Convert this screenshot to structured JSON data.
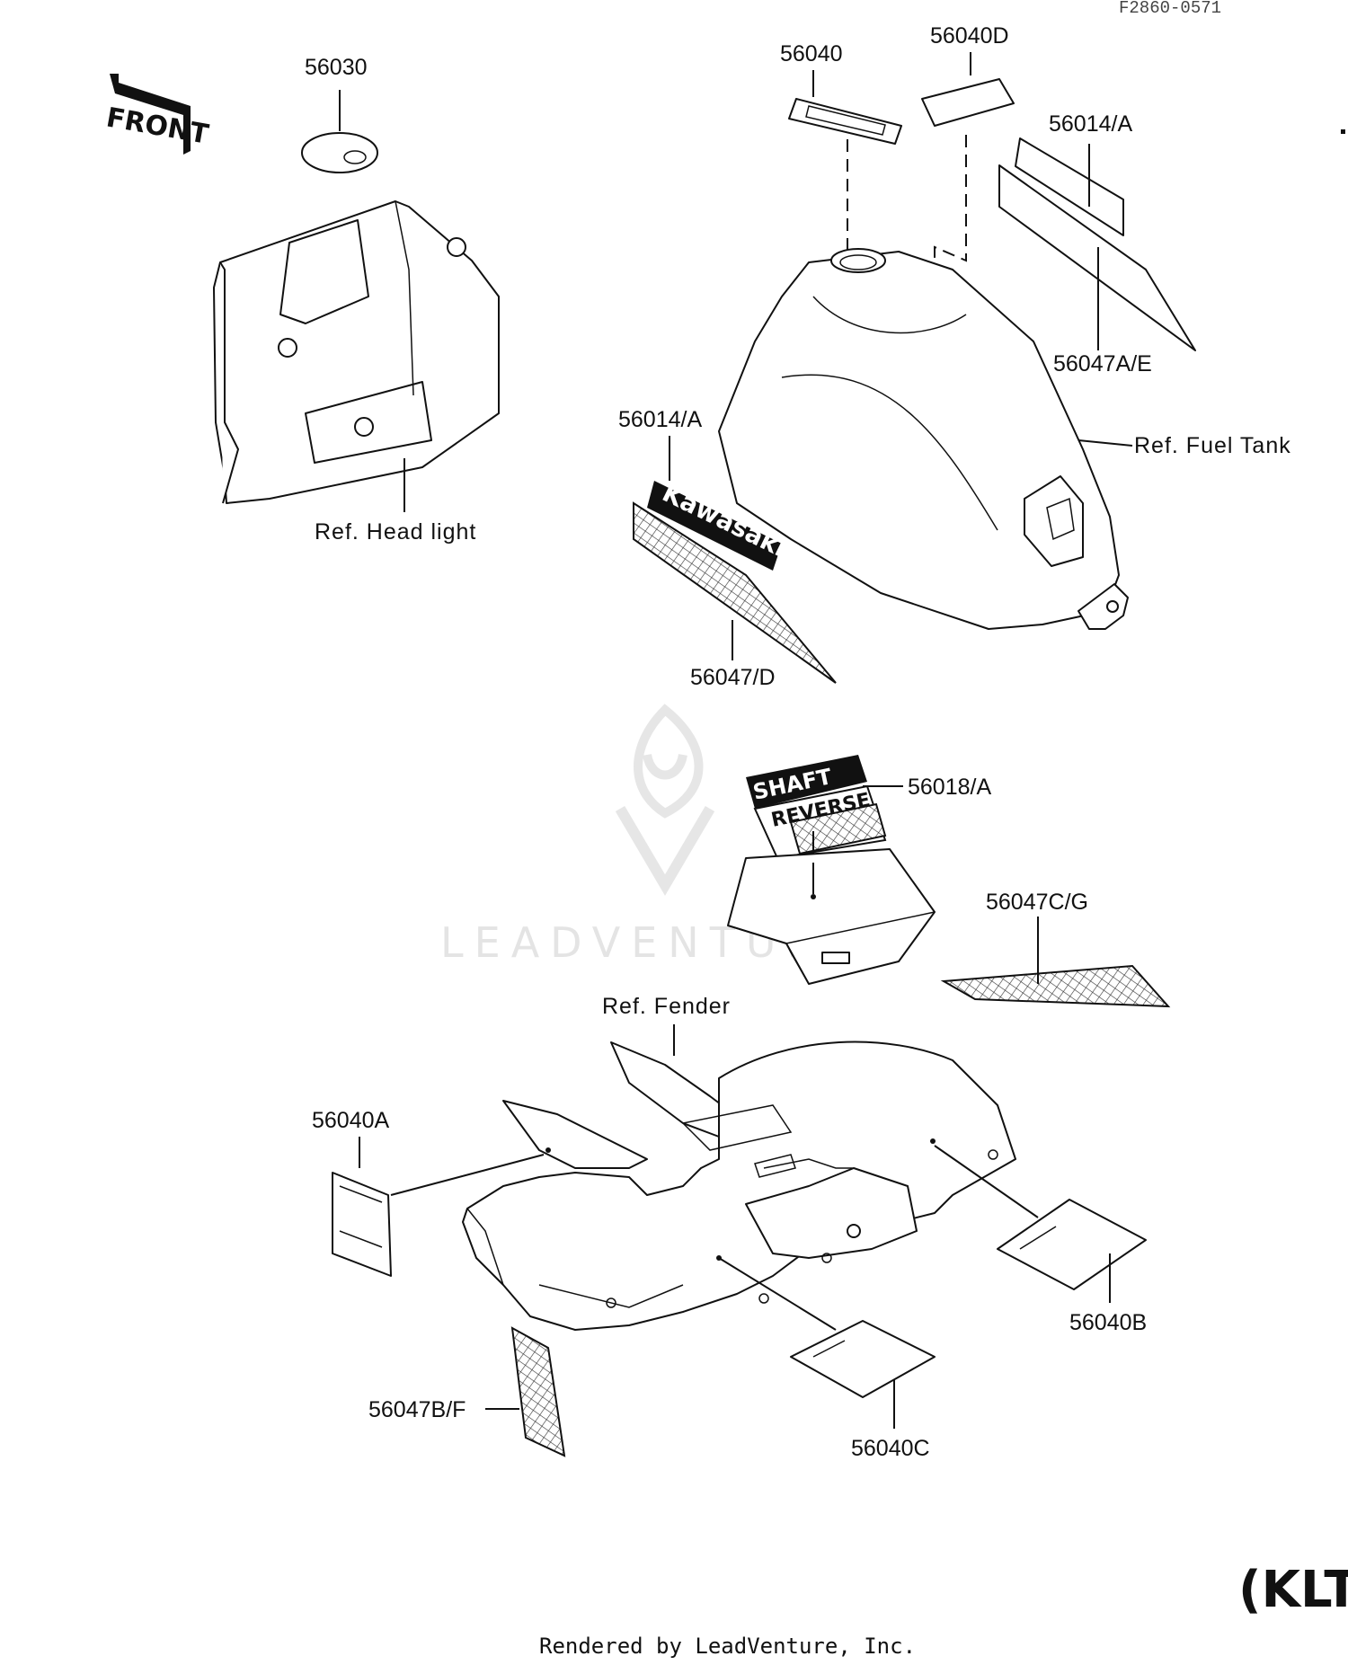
{
  "diagram": {
    "drawing_code": "F2860-0571",
    "front_label": "FRONT",
    "kawasaki_text": "Kawasaki",
    "shaft_text": "SHAFT",
    "reverse_text": "REVERSE",
    "watermark": "LEADVENTURE",
    "model_badge": "(KLT",
    "footer": "Rendered by LeadVenture, Inc."
  },
  "parts": [
    {
      "id": "56030",
      "label": "56030"
    },
    {
      "id": "56040",
      "label": "56040"
    },
    {
      "id": "56040D",
      "label": "56040D"
    },
    {
      "id": "56014A_top",
      "label": "56014/A"
    },
    {
      "id": "56047AE",
      "label": "56047A/E"
    },
    {
      "id": "56014A_left",
      "label": "56014/A"
    },
    {
      "id": "56047D",
      "label": "56047/D"
    },
    {
      "id": "56018A",
      "label": "56018/A"
    },
    {
      "id": "56047CG",
      "label": "56047C/G"
    },
    {
      "id": "56040A",
      "label": "56040A"
    },
    {
      "id": "56040B",
      "label": "56040B"
    },
    {
      "id": "56047BF",
      "label": "56047B/F"
    },
    {
      "id": "56040C",
      "label": "56040C"
    }
  ],
  "references": {
    "head_light": "Ref. Head light",
    "fuel_tank": "Ref. Fuel Tank",
    "fender": "Ref. Fender"
  }
}
